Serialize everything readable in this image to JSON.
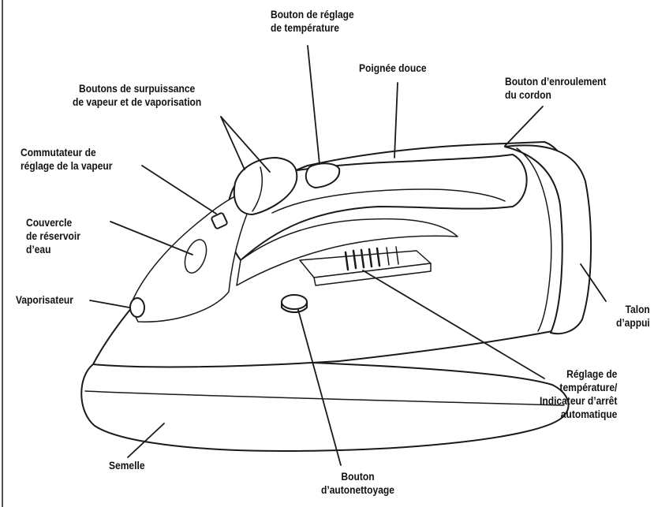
{
  "labels": {
    "temp_knob": [
      "Bouton de réglage",
      "de température"
    ],
    "soft_handle": "Poignée douce",
    "surge_buttons": [
      "Boutons de surpuissance",
      "de vapeur et de vaporisation"
    ],
    "cord_button": [
      "Bouton d’enroulement",
      "du cordon"
    ],
    "steam_switch": [
      "Commutateur de",
      "réglage de la vapeur"
    ],
    "tank_cover": [
      "Couvercle",
      "de réservoir",
      "d’eau"
    ],
    "sprayer": "Vaporisateur",
    "heel_rest": [
      "Talon",
      "d’appui"
    ],
    "temp_indicator": [
      "Réglage de",
      "température/",
      "Indicateur d’arrêt",
      "automatique"
    ],
    "soleplate": "Semelle",
    "self_clean": [
      "Bouton",
      "d’autonettoyage"
    ]
  },
  "colors": {
    "ink": "#111111",
    "line": "#1a1a1a",
    "paper": "#ffffff"
  }
}
